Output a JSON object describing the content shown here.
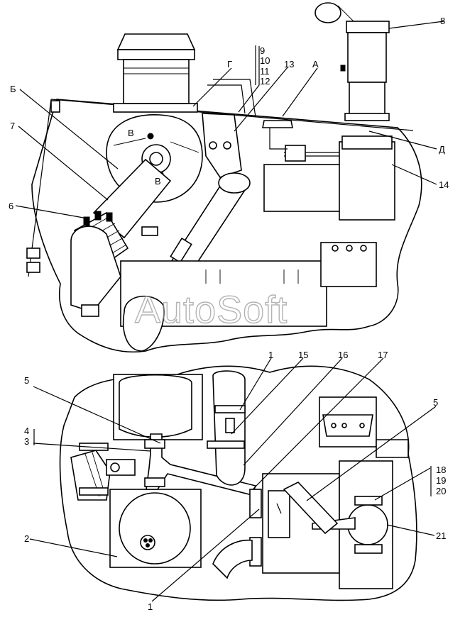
{
  "watermark": "AutoSoft",
  "callouts": {
    "top": {
      "c9_12": [
        "9",
        "10",
        "11",
        "12"
      ],
      "c13": "13",
      "cA": "А",
      "cB": "Б",
      "c7": "7",
      "c6": "6",
      "cG": "Г",
      "c8": "8",
      "cD": "Д",
      "c14": "14",
      "vLeft": "В",
      "vRight": "В"
    },
    "bottom": {
      "c5a": "5",
      "c4_3": [
        "4",
        "3"
      ],
      "c1a": "1",
      "c15": "15",
      "c16": "16",
      "c17": "17",
      "c5b": "5",
      "c18_20": [
        "18",
        "19",
        "20"
      ],
      "c21": "21",
      "c2": "2",
      "c1b": "1"
    }
  }
}
